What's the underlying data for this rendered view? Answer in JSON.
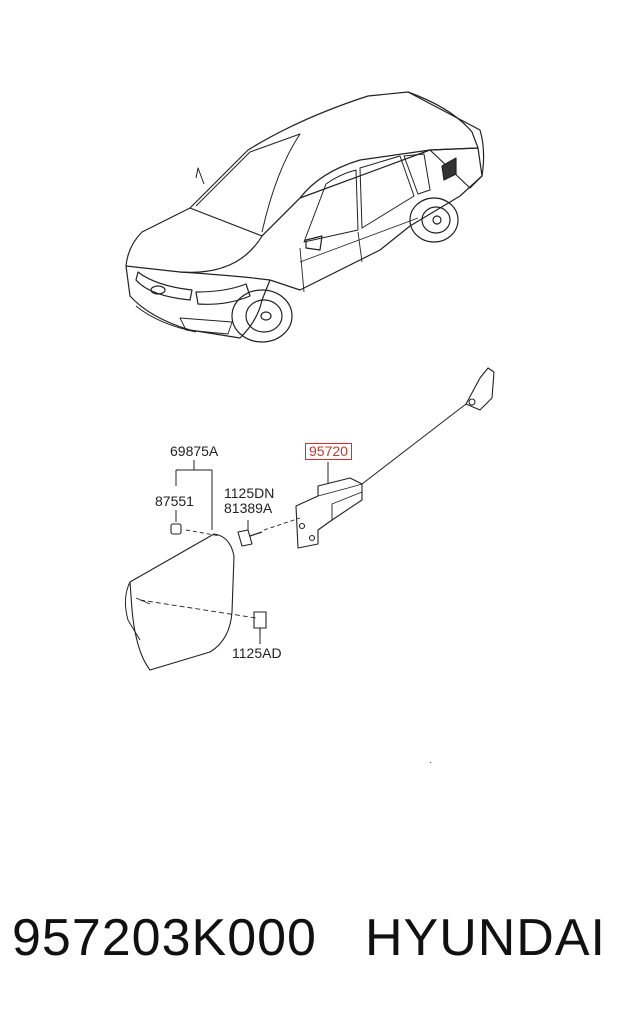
{
  "callouts": {
    "fuel_door": "69875A",
    "bumper": "87551",
    "screw_a": "1125DN",
    "screw_b": "81389A",
    "actuator": "95720",
    "bolt": "1125AD"
  },
  "footer": {
    "part_number": "957203K000",
    "brand": "HYUNDAI"
  },
  "colors": {
    "highlight": "#d62b2b",
    "line": "#222222"
  }
}
